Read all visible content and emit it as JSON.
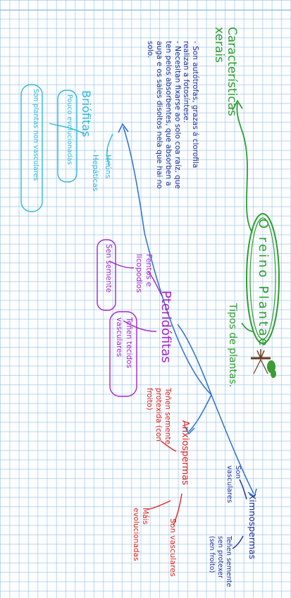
{
  "diagram": {
    "central_topic": "O reino Plantae",
    "characteristics": {
      "title": "Características xerais",
      "point_1": "- Son autótrofas, grazas á clorofila realizan a fotosíntese.",
      "point_2": "- Necesitan fixarse ao solo coa raíz, que ten pelos absorbentes, que absorben a auga e os sales disoltos nela que hai no solo."
    },
    "types_label": "Tipos de plantas.",
    "briofitas": {
      "title": "Briófitas",
      "examples": "- Hriúns\n- Hepáticas",
      "note_1": "Son plantas non vasculares",
      "note_2": "Pouco evolucionadas"
    },
    "pteridofitas": {
      "title": "Pteridófitas",
      "examples": "Fentos e licopodios",
      "note_1": "Sen semente",
      "note_2": "Teñen tecidos vasculares"
    },
    "anxiospermas": {
      "title": "Anxiospermas",
      "note_1": "Teñen semente protexida (con froito)",
      "note_2": "Son vasculares",
      "note_3": "Máis evolucionadas"
    },
    "ximnospermas": {
      "title": "Ximnospermas",
      "note_1": "Son vasculares",
      "note_2": "Teñen semente sen protexer (sen froito)"
    },
    "colors": {
      "green": "#2e9e2e",
      "blue": "#2a6fd6",
      "cyan": "#2fb8d8",
      "purple": "#a326c9",
      "red": "#e0261e",
      "dark_blue": "#1c2f9a"
    }
  }
}
